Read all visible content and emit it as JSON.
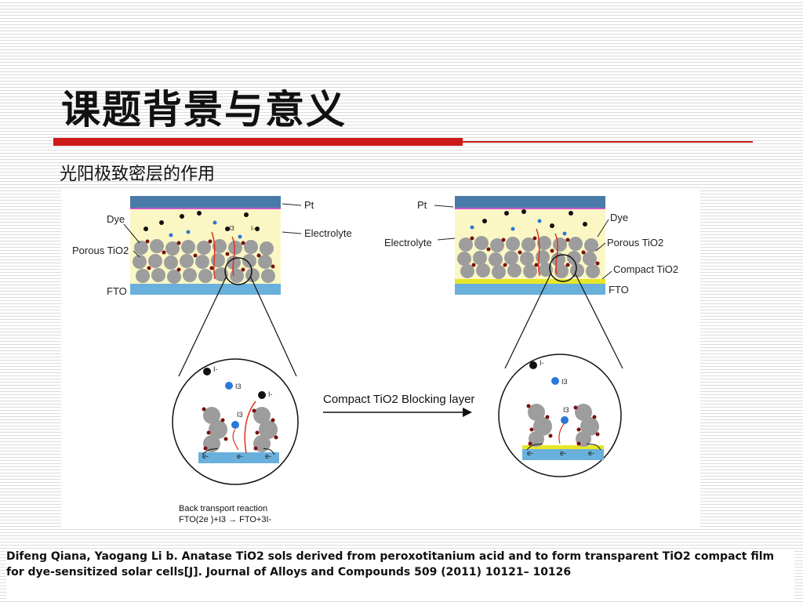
{
  "slide": {
    "title": "课题背景与意义",
    "subtitle": "光阳极致密层的作用",
    "accent_color": "#cc1a1a"
  },
  "figure": {
    "left_panel": {
      "labels": {
        "pt": "Pt",
        "dye": "Dye",
        "electrolyte": "Electrolyte",
        "porous": "Porous TiO2",
        "fto": "FTO"
      },
      "small_ions": {
        "i3": "I3",
        "iminus": "I-"
      }
    },
    "right_panel": {
      "labels": {
        "pt": "Pt",
        "dye": "Dye",
        "electrolyte": "Electrolyte",
        "porous": "Porous TiO2",
        "compact": "Compact TiO2",
        "fto": "FTO"
      }
    },
    "left_zoom": {
      "iminus_1": "I-",
      "i3": "I3",
      "iminus_2": "I-",
      "i3_b": "I3",
      "e1": "e-",
      "e2": "e-",
      "e3": "e-"
    },
    "right_zoom": {
      "iminus": "I-",
      "i3": "I3",
      "i3_b": "I3",
      "e1": "e-",
      "e2": "e-",
      "e3": "e-"
    },
    "arrow_label": "Compact TiO2 Blocking layer",
    "back_transport": {
      "line1": "Back transport reaction",
      "line2": "FTO(2e )+I3 → FTO+3I-"
    },
    "colors": {
      "pt": "#4a7aa8",
      "pt_line": "#cc55cc",
      "electrolyte": "#fbf7c4",
      "fto": "#6ab0dc",
      "compact": "#e6e628",
      "particle": "#9d9d9d",
      "dye": "#7a1010",
      "ion_black": "#111111",
      "ion_blue": "#2a78d8",
      "electron_path": "#e03020"
    }
  },
  "citation": {
    "text": "Difeng Qiana, Yaogang Li b. Anatase TiO2 sols derived from peroxotitanium acid and to form transparent TiO2 compact film for dye-sensitized solar cells[J]. Journal of Alloys and Compounds 509 (2011) 10121– 10126"
  }
}
